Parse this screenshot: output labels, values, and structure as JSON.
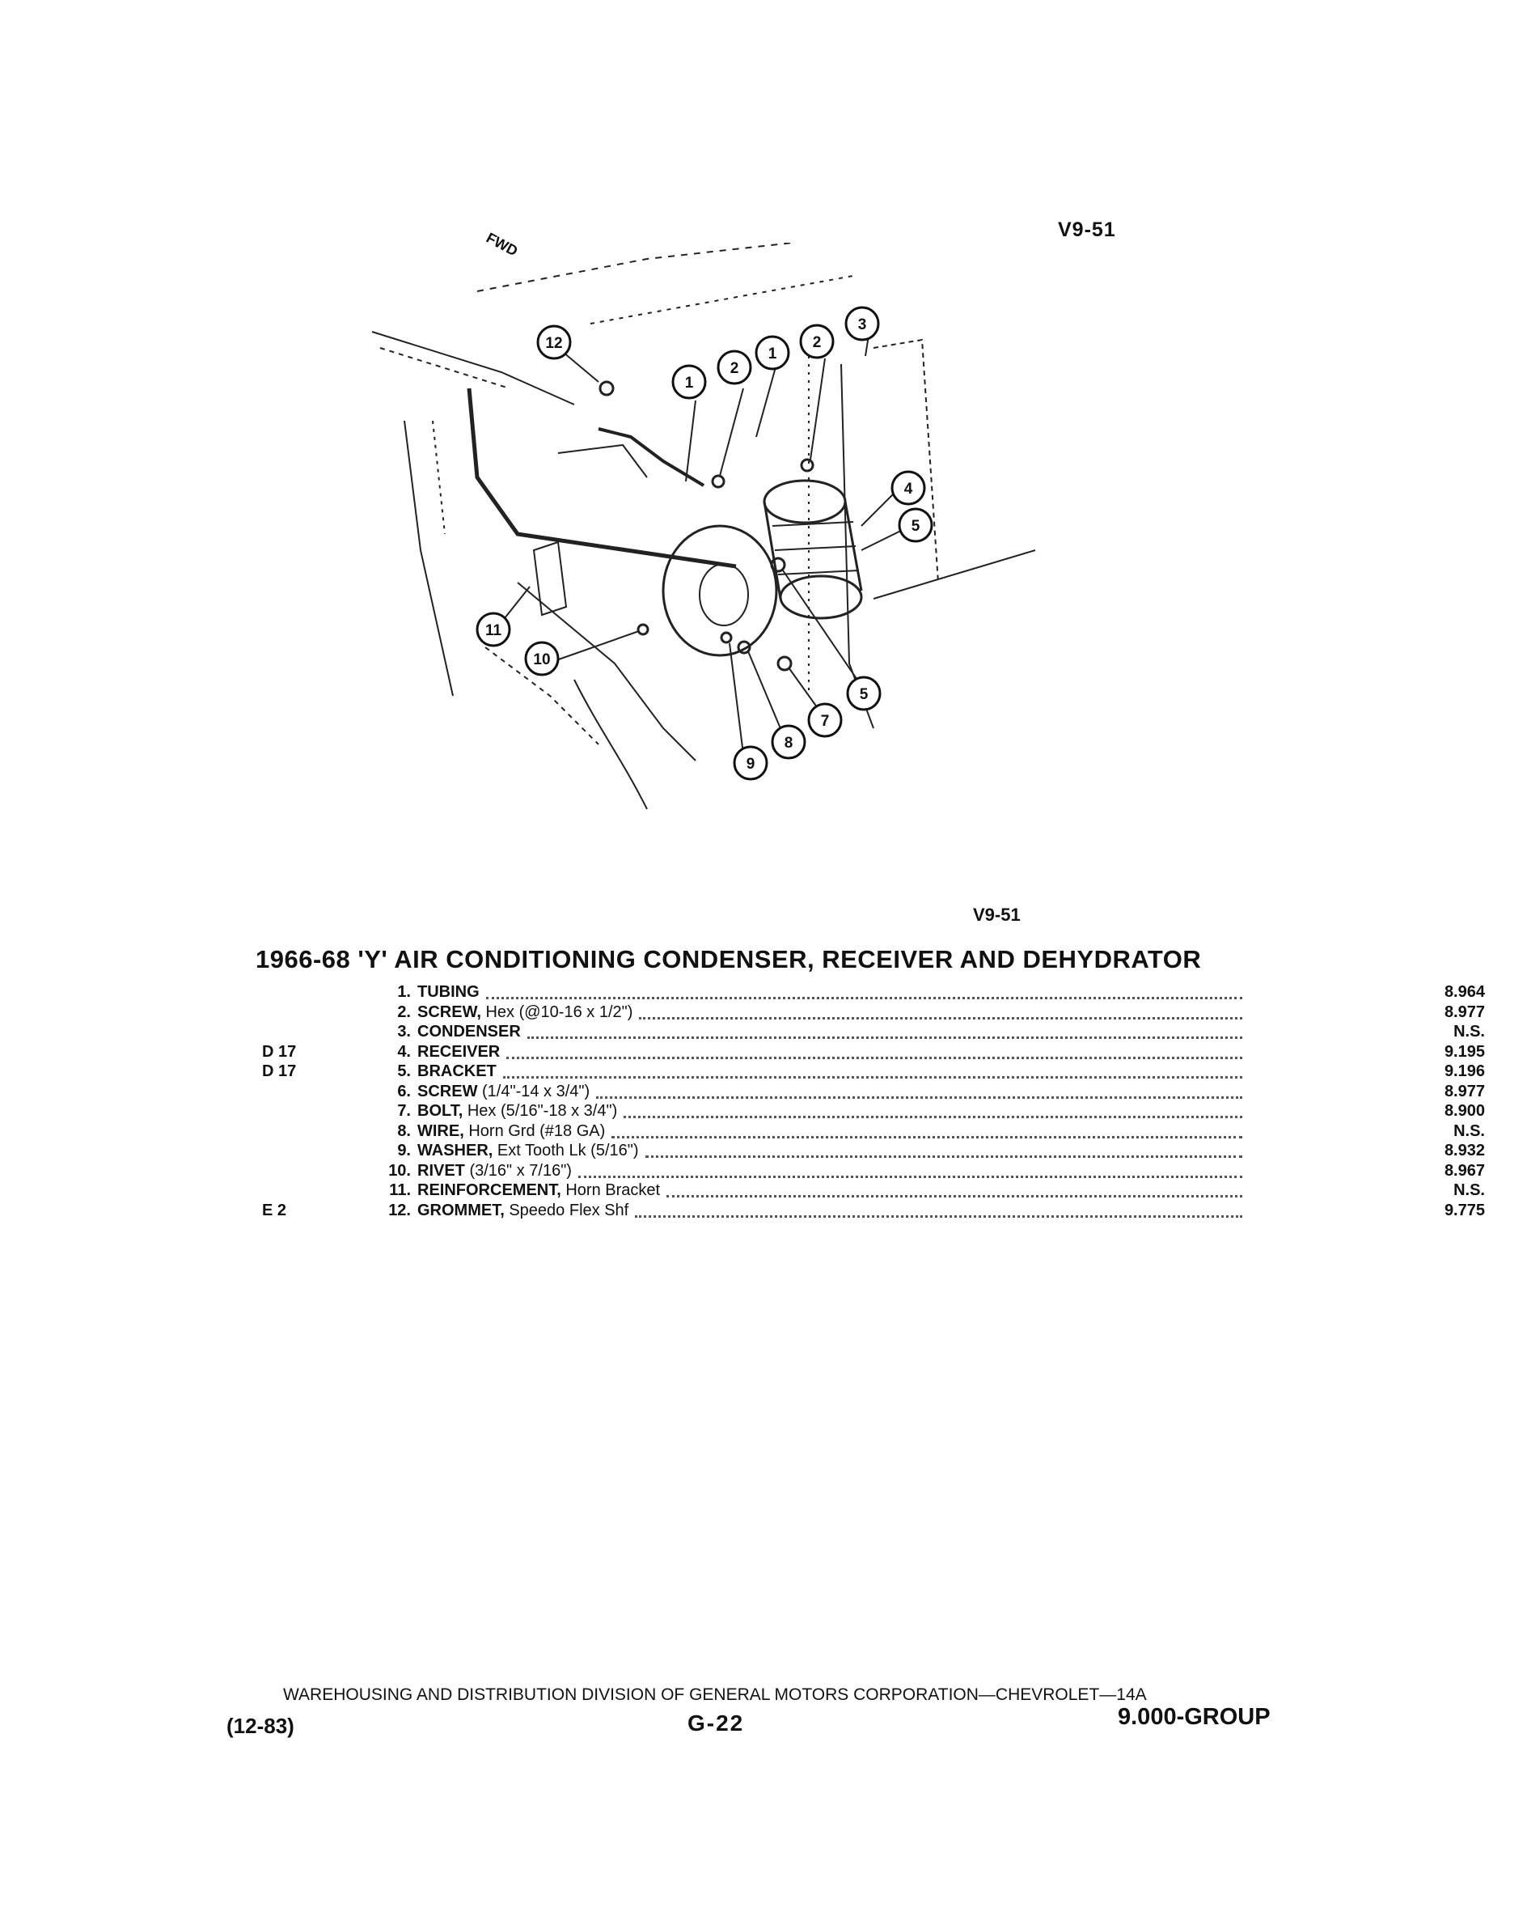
{
  "figure_code_top": "V9-51",
  "figure_code_bottom": "V9-51",
  "fwd_label": "FWD",
  "callouts": [
    "12",
    "1",
    "2",
    "1",
    "2",
    "3",
    "4",
    "5",
    "11",
    "10",
    "5",
    "7",
    "8",
    "9"
  ],
  "section_title": "1966-68 'Y' AIR CONDITIONING CONDENSER, RECEIVER AND DEHYDRATOR",
  "parts": [
    {
      "code": "",
      "num": "1.",
      "name": "TUBING",
      "spec": "",
      "group": "8.964"
    },
    {
      "code": "",
      "num": "2.",
      "name": "SCREW,",
      "spec": " Hex (@10-16 x 1/2\")",
      "group": "8.977"
    },
    {
      "code": "",
      "num": "3.",
      "name": "CONDENSER",
      "spec": "",
      "group": "N.S."
    },
    {
      "code": "D 17",
      "num": "4.",
      "name": "RECEIVER",
      "spec": "",
      "group": "9.195"
    },
    {
      "code": "D 17",
      "num": "5.",
      "name": "BRACKET",
      "spec": "",
      "group": "9.196"
    },
    {
      "code": "",
      "num": "6.",
      "name": "SCREW",
      "spec": " (1/4\"-14 x 3/4\")",
      "group": "8.977"
    },
    {
      "code": "",
      "num": "7.",
      "name": "BOLT,",
      "spec": " Hex (5/16\"-18 x 3/4\")",
      "group": "8.900"
    },
    {
      "code": "",
      "num": "8.",
      "name": "WIRE,",
      "spec": " Horn Grd (#18 GA)",
      "group": "N.S."
    },
    {
      "code": "",
      "num": "9.",
      "name": "WASHER,",
      "spec": " Ext Tooth Lk (5/16\")",
      "group": "8.932"
    },
    {
      "code": "",
      "num": "10.",
      "name": "RIVET",
      "spec": " (3/16\" x 7/16\")",
      "group": "8.967"
    },
    {
      "code": "",
      "num": "11.",
      "name": "REINFORCEMENT,",
      "spec": " Horn Bracket",
      "group": "N.S."
    },
    {
      "code": "E   2",
      "num": "12.",
      "name": "GROMMET,",
      "spec": " Speedo Flex Shf",
      "group": "9.775"
    }
  ],
  "footer": {
    "division": "WAREHOUSING AND DISTRIBUTION DIVISION OF GENERAL MOTORS CORPORATION—CHEVROLET—14A",
    "date": "(12-83)",
    "page": "G-22",
    "group": "9.000-GROUP"
  }
}
